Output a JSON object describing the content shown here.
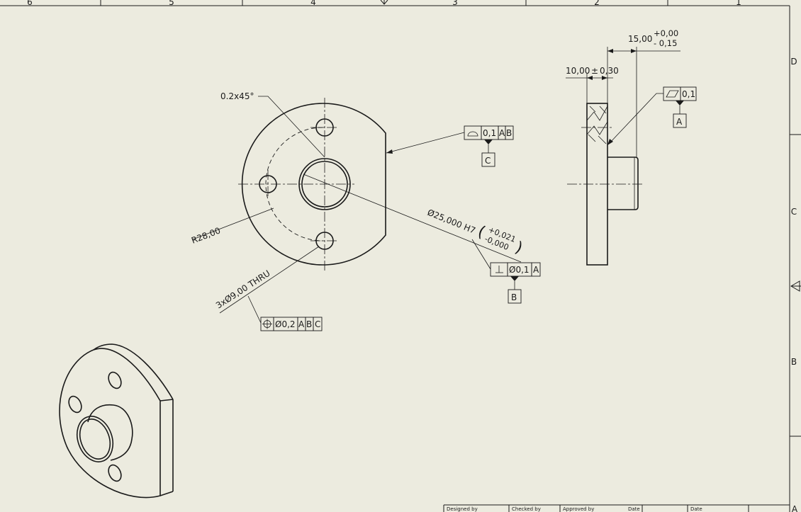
{
  "border": {
    "top_zones": [
      "6",
      "5",
      "4",
      "3",
      "2",
      "1"
    ],
    "right_zones": [
      "D",
      "C",
      "B"
    ],
    "bottom_right_zone": "A"
  },
  "front_view": {
    "chamfer_note": "0.2x45°",
    "radius_dim": "R28,00",
    "hole_note": "3xØ9,00 THRU",
    "bore_dim": "Ø25,000 H7",
    "bore_tol_upper": "+0,021",
    "bore_tol_lower": "-0,000",
    "profile_fcf": {
      "tol": "0,1",
      "ref1": "A",
      "ref2": "B"
    },
    "datum_c": "C",
    "perp_fcf": {
      "tol": "Ø0,1",
      "ref1": "A"
    },
    "datum_b": "B",
    "position_fcf": {
      "tol": "Ø0,2",
      "ref1": "A",
      "ref2": "B",
      "ref3": "C"
    }
  },
  "side_view": {
    "dim_length": "15,00",
    "dim_length_upper": "+0,00",
    "dim_length_lower": "- 0,15",
    "dim_thickness": "10,00",
    "dim_thickness_pm": "±",
    "dim_thickness_tol": "0,30",
    "flatness_fcf": {
      "tol": "0,1"
    },
    "datum_a": "A"
  },
  "title_block": {
    "designed_by": "Designed by",
    "checked_by": "Checked by",
    "approved_by": "Approved by",
    "date1": "Date",
    "date2": "Date"
  }
}
